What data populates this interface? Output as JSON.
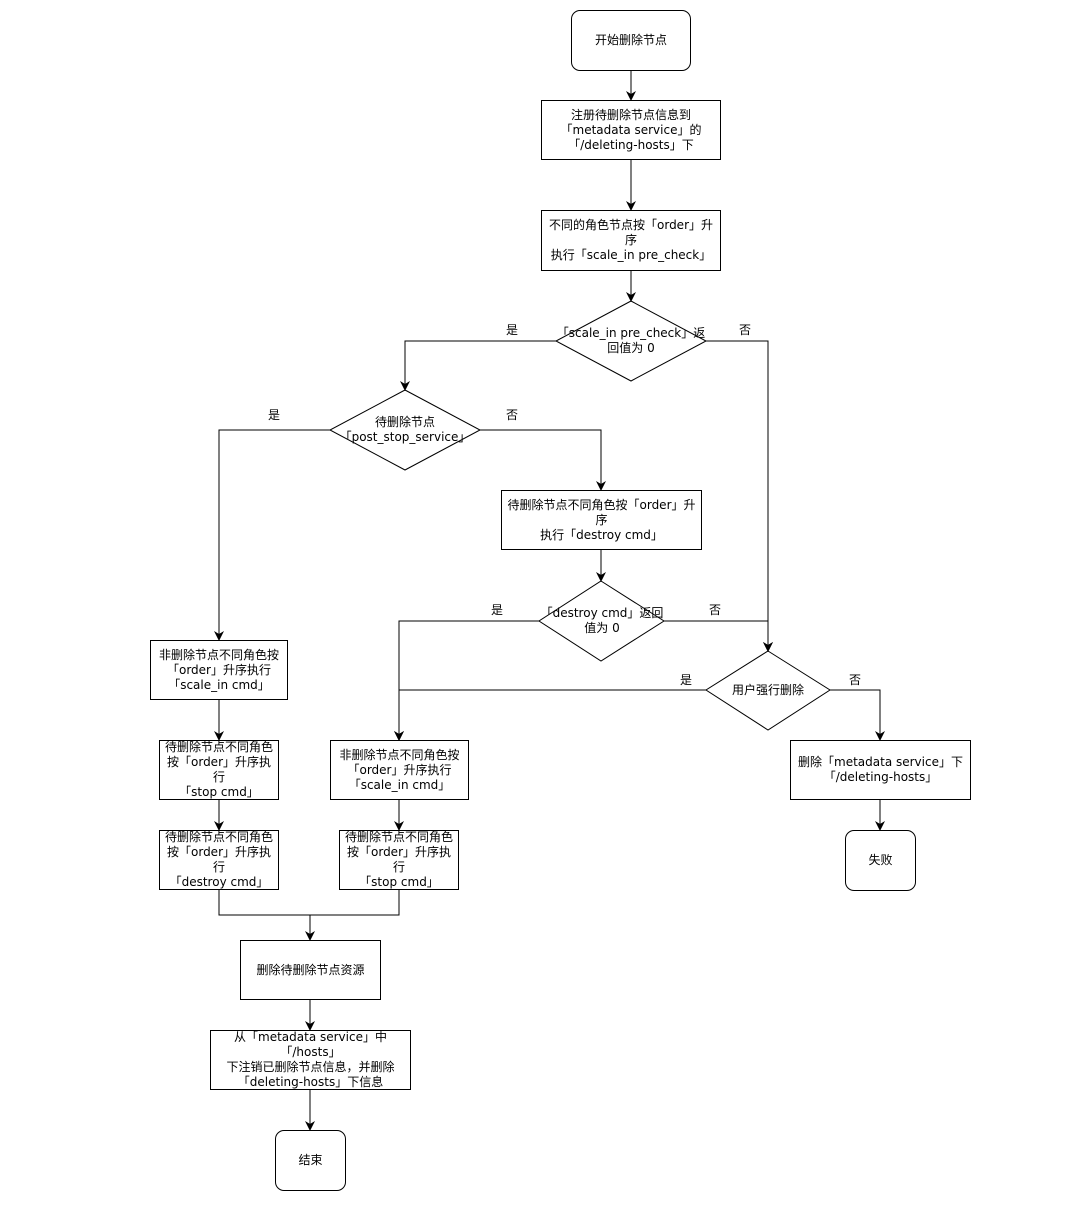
{
  "nodes": {
    "start": "开始删除节点",
    "register": "注册待删除节点信息到\n「metadata service」的\n「/deleting-hosts」下",
    "precheck": "不同的角色节点按「order」升序\n执行「scale_in pre_check」",
    "precheck_decision": "「scale_in pre_check」返\n回值为 0",
    "post_stop_decision": "待删除节点\n「post_stop_service」",
    "destroy_ordered": "待删除节点不同角色按「order」升序\n执行「destroy cmd」",
    "destroy_decision": "「destroy cmd」返回\n值为 0",
    "force_delete_decision": "用户强行删除",
    "left_scale_in": "非删除节点不同角色按\n「order」升序执行\n「scale_in cmd」",
    "left_stop": "待删除节点不同角色\n按「order」升序执行\n「stop cmd」",
    "left_destroy": "待删除节点不同角色\n按「order」升序执行\n「destroy cmd」",
    "mid_scale_in": "非删除节点不同角色按\n「order」升序执行\n「scale_in cmd」",
    "mid_stop": "待删除节点不同角色\n按「order」升序执行\n「stop cmd」",
    "delete_meta": "删除「metadata service」下\n「/deleting-hosts」",
    "fail": "失败",
    "delete_resources": "删除待删除节点资源",
    "unregister": "从「metadata service」中「/hosts」\n下注销已删除节点信息，并删除\n「deleting-hosts」下信息",
    "end": "结束"
  },
  "edge_labels": {
    "yes": "是",
    "no": "否"
  },
  "colors": {
    "stroke": "#000000",
    "fill": "#ffffff"
  }
}
